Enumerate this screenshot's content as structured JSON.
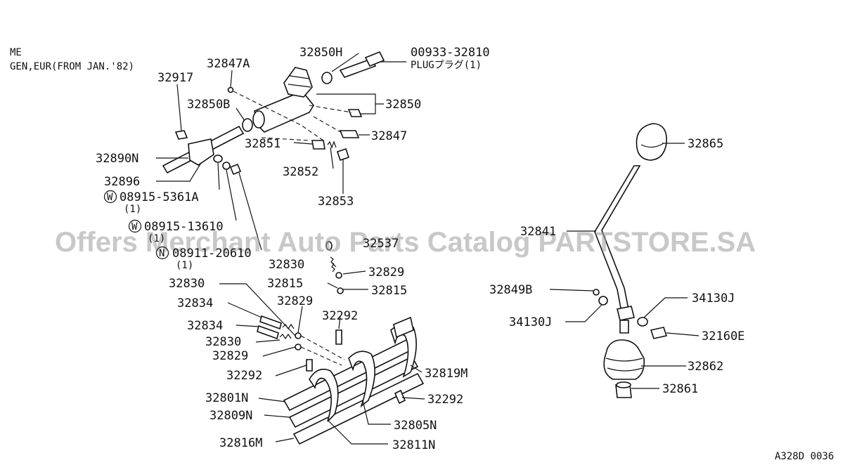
{
  "notes": {
    "line1": "ME",
    "line2": "GEN,EUR(FROM JAN.'82)",
    "plug": "PLUGプラグ(1)"
  },
  "labels": {
    "p32850H": "32850H",
    "p00933": "00933-32810",
    "p32847A": "32847A",
    "p32917": "32917",
    "p32850B": "32850B",
    "p32850": "32850",
    "p32847": "32847",
    "p32851": "32851",
    "p32852": "32852",
    "p32853": "32853",
    "p32890N": "32890N",
    "p32896": "32896",
    "w08915_5361A": "08915-5361A",
    "w08915_5361A_qty": "(1)",
    "w08915_13610": "08915-13610",
    "w08915_13610_qty": "(1)",
    "n08911_20610": "08911-20610",
    "n08911_20610_qty": "(1)",
    "p32537": "32537",
    "p32830a": "32830",
    "p32829a": "32829",
    "p32815a": "32815",
    "p32815b": "32815",
    "p32830b": "32830",
    "p32829b": "32829",
    "p32292a": "32292",
    "p32834a": "32834",
    "p32834b": "32834",
    "p32830c": "32830",
    "p32829c": "32829",
    "p32292b": "32292",
    "p32819M": "32819M",
    "p32801N": "32801N",
    "p32292c": "32292",
    "p32809N": "32809N",
    "p32805N": "32805N",
    "p32816M": "32816M",
    "p32811N": "32811N",
    "p32865": "32865",
    "p32841": "32841",
    "p32849B": "32849B",
    "p34130Ja": "34130J",
    "p34130Jb": "34130J",
    "p32160E": "32160E",
    "p32862": "32862",
    "p32861": "32861"
  },
  "symbols": {
    "washer": "W",
    "nut": "N"
  },
  "watermark": "Offers Merchant Auto Parts Catalog PARTSTORE.SA",
  "diagram_id": "A328D 0036"
}
